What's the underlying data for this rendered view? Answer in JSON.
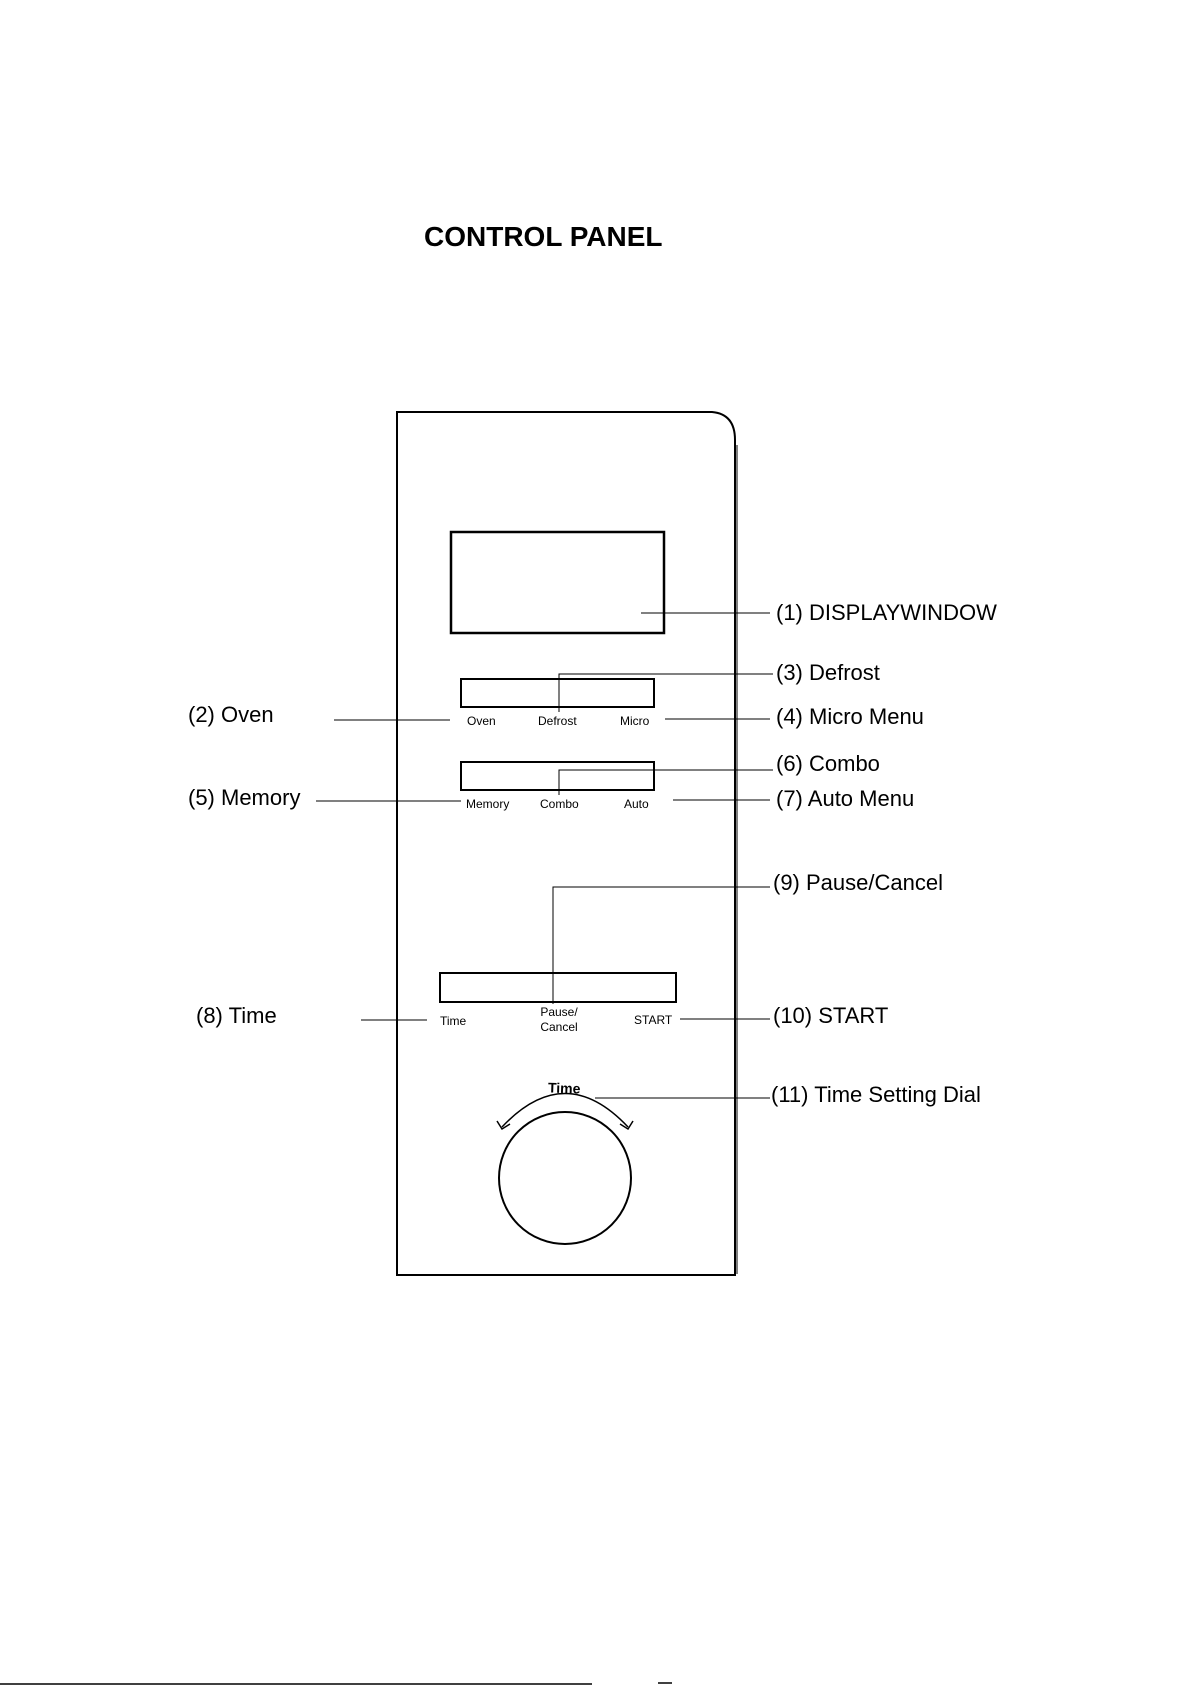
{
  "title": "CONTROL PANEL",
  "key_labels": {
    "oven": "Oven",
    "defrost": "Defrost",
    "micro": "Micro",
    "memory": "Memory",
    "combo": "Combo",
    "auto": "Auto",
    "time": "Time",
    "pause_cancel": "Pause/ Cancel",
    "start": "START"
  },
  "dial_label": "Time",
  "callouts": {
    "display_window": "(1) DISPLAYWINDOW",
    "oven": "(2) Oven",
    "defrost": "(3) Defrost",
    "micro_menu": "(4) Micro Menu",
    "memory": "(5) Memory",
    "combo": "(6) Combo",
    "auto_menu": "(7) Auto Menu",
    "time": "(8) Time",
    "pause_cancel": "(9) Pause/Cancel",
    "start": "(10) START",
    "time_setting_dial": "(11) Time Setting Dial"
  }
}
